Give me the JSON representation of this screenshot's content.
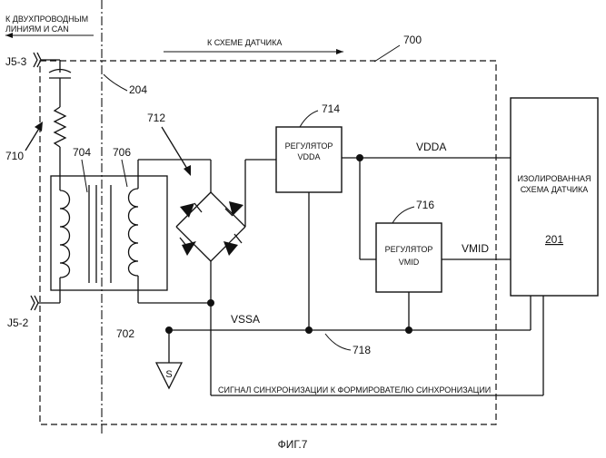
{
  "labels": {
    "twowire": [
      "К ДВУХПРОВОДНЫМ",
      "ЛИНИЯМ  И  CAN"
    ],
    "to_sensor": "К СХЕМЕ ДАТЧИКА",
    "j53": "J5-3",
    "j52": "J5-2",
    "ref700": "700",
    "ref204": "204",
    "ref710": "710",
    "ref704": "704",
    "ref706": "706",
    "ref712": "712",
    "ref714": "714",
    "ref716": "716",
    "ref702": "702",
    "ref718": "718",
    "vdda": "VDDA",
    "vmid": "VMID",
    "vssa": "VSSA",
    "s": "S",
    "sync": "СИГНАЛ СИНХРОНИЗАЦИИ К ФОРМИРОВАТЕЛЮ СИНХРОНИЗАЦИИ",
    "caption": "ФИГ.7"
  },
  "reg_vdda": [
    "РЕГУЛЯТОР",
    "VDDA"
  ],
  "reg_vmid": [
    "РЕГУЛЯТОР",
    "VMID"
  ],
  "sensor": {
    "lines": [
      "ИЗОЛИРОВАННАЯ",
      "СХЕМА ДАТЧИКА"
    ],
    "ref": "201"
  }
}
